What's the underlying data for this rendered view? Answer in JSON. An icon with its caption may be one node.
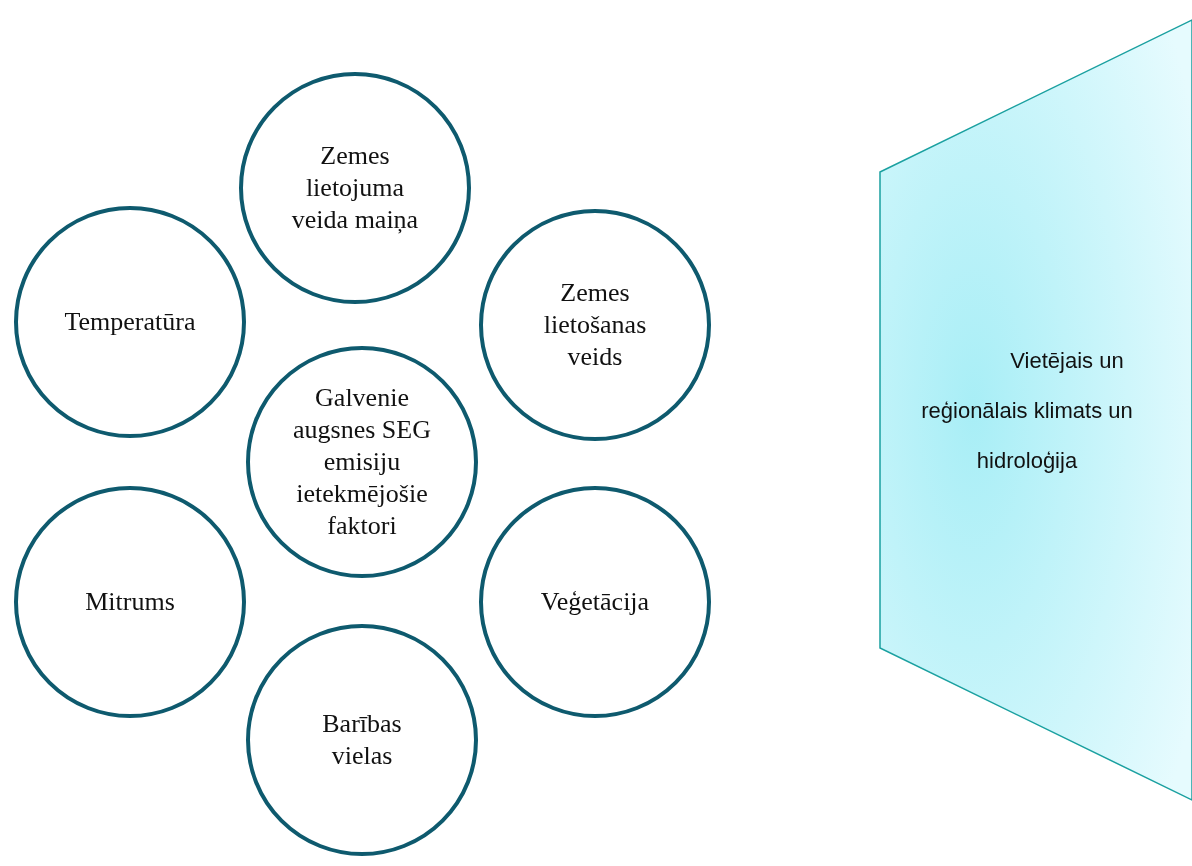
{
  "diagram": {
    "nodes": [
      {
        "text": [
          "Zemes lietojuma veida maiņa"
        ]
      },
      {
        "text": [
          "Temperatūra"
        ]
      },
      {
        "text": [
          "Zemes lietošanas veids"
        ]
      },
      {
        "text": [
          "Galvenie augsnes SEG emisiju ietekmējošie faktori"
        ]
      },
      {
        "text": [
          "Mitrums"
        ]
      },
      {
        "text": [
          "Veģetācija"
        ]
      },
      {
        "text": [
          "Barības vielas"
        ]
      },
      {
        "text": [
          "Vietējais un reģionālais klimats un hidroloģija"
        ]
      }
    ]
  }
}
